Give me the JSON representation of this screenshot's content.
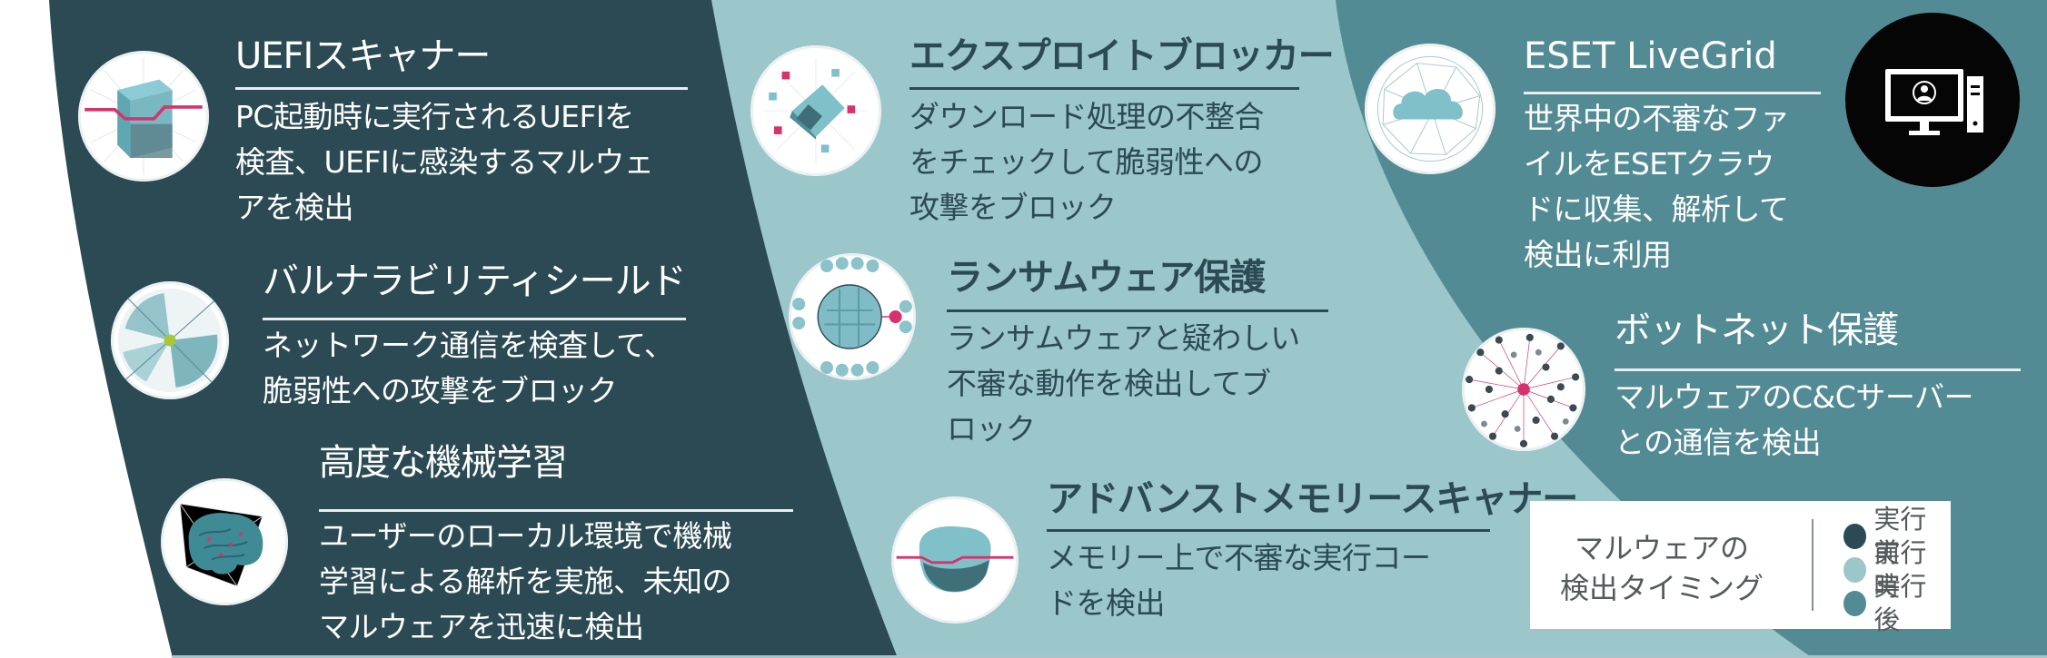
{
  "colors": {
    "before_execution": "#2b4a53",
    "during_execution": "#9bc6ca",
    "after_execution": "#538b95",
    "accent_pink": "#d6336c",
    "background": "#ffffff"
  },
  "features": [
    {
      "id": "uefi-scanner",
      "timing": "before",
      "icon": "uefi-chip-cube-icon",
      "title": "UEFIスキャナー",
      "description": "PC起動時に実行されるUEFIを\n検査、UEFIに感染するマルウェ\nアを検出"
    },
    {
      "id": "vulnerability-shield",
      "timing": "before",
      "icon": "hexagon-shield-sphere-icon",
      "title": "バルナラビリティシールド",
      "description": "ネットワーク通信を検査して、\n脆弱性への攻撃をブロック"
    },
    {
      "id": "advanced-machine-learning",
      "timing": "before",
      "icon": "brain-network-icon",
      "title": "高度な機械学習",
      "description": "ユーザーのローカル環境で機械\n学習による解析を実施、未知の\nマルウェアを迅速に検出"
    },
    {
      "id": "exploit-blocker",
      "timing": "during",
      "icon": "cube-with-threats-icon",
      "title": "エクスプロイトブロッカー",
      "description": "ダウンロード処理の不整合\nをチェックして脆弱性への\n攻撃をブロック"
    },
    {
      "id": "ransomware-shield",
      "timing": "during",
      "icon": "locked-sphere-icon",
      "title": "ランサムウェア保護",
      "description": "ランサムウェアと疑わしい\n不審な動作を検出してブ\nロック"
    },
    {
      "id": "advanced-memory-scanner",
      "timing": "during",
      "icon": "memory-scan-blob-icon",
      "title": "アドバンストメモリースキャナー",
      "description": "メモリー上で不審な実行コー\nドを検出"
    },
    {
      "id": "eset-livegrid",
      "timing": "after",
      "icon": "cloud-network-icon",
      "title": "ESET LiveGrid",
      "description": "世界中の不審なファ\nイルをESETクラウ\nドに収集、解析して\n検出に利用"
    },
    {
      "id": "botnet-protection",
      "timing": "after",
      "icon": "botnet-graph-icon",
      "title": "ボットネット保護",
      "description": "マルウェアのC&Cサーバー\nとの通信を検出"
    }
  ],
  "pc_badge": {
    "icon": "desktop-computer-user-icon"
  },
  "legend": {
    "title": "マルウェアの\n検出タイミング",
    "items": [
      {
        "label": "実行前",
        "color": "#2b4a53"
      },
      {
        "label": "実行時",
        "color": "#9bc6ca"
      },
      {
        "label": "実行後",
        "color": "#538b95"
      }
    ]
  }
}
